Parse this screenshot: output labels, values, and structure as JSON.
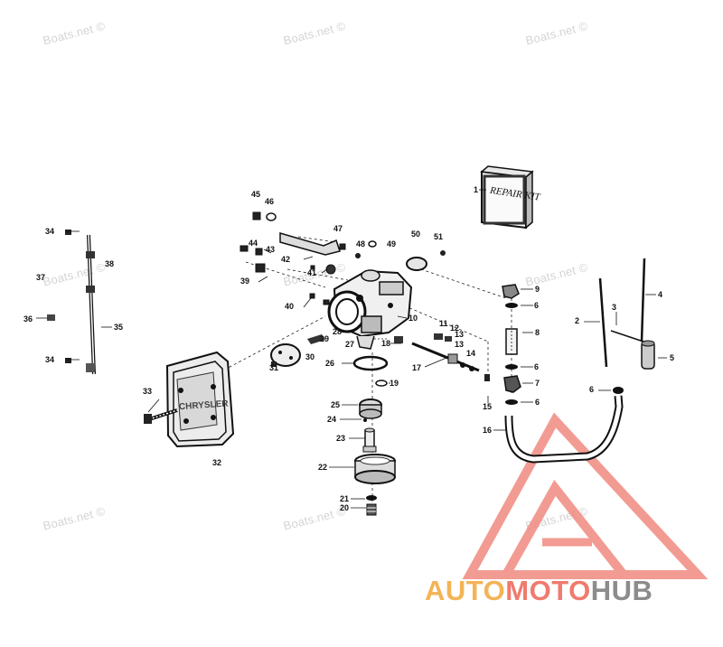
{
  "watermark": {
    "text": "Boats.net ©"
  },
  "repair_kit_label": "REPAIR KIT",
  "cover_label": "CHRYSLER",
  "callouts": [
    "1",
    "2",
    "3",
    "4",
    "5",
    "6",
    "7",
    "8",
    "9",
    "10",
    "11",
    "12",
    "13",
    "14",
    "15",
    "16",
    "17",
    "18",
    "19",
    "20",
    "21",
    "22",
    "23",
    "24",
    "25",
    "26",
    "27",
    "28",
    "29",
    "30",
    "31",
    "32",
    "33",
    "34",
    "35",
    "36",
    "37",
    "38",
    "39",
    "40",
    "41",
    "42",
    "43",
    "44",
    "45",
    "46",
    "47",
    "48",
    "49",
    "50",
    "51"
  ],
  "logo": {
    "part1": "AUTO",
    "part2": "MOTO",
    "part3": "HUB"
  },
  "colors": {
    "logo_triangle": "#f08a80",
    "logo_auto": "#f3b457",
    "logo_moto": "#f07a6e",
    "logo_hub": "#8c8c8c",
    "watermark": "#d4d4d4",
    "ink": "#111111"
  }
}
